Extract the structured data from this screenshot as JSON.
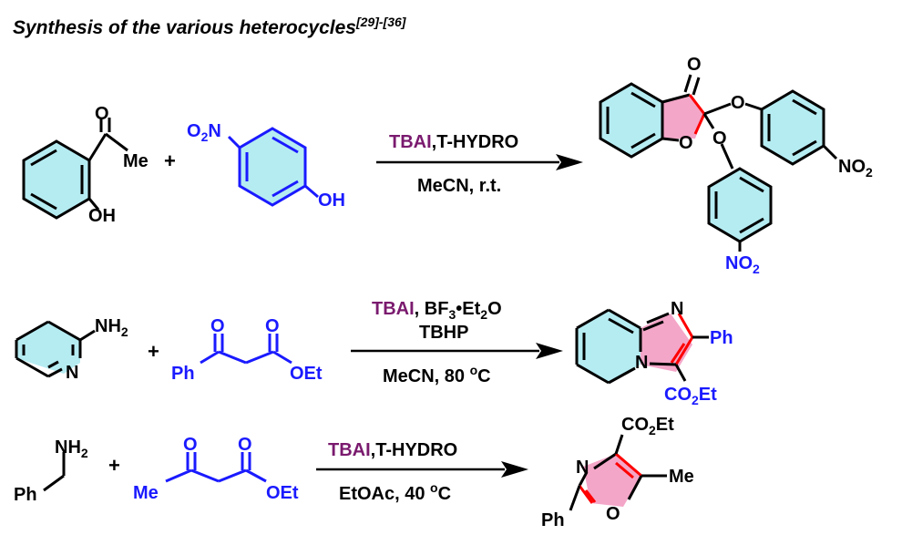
{
  "title": {
    "main": "Synthesis of the various heterocycles",
    "refs": "[29]-[36]"
  },
  "colors": {
    "black": "#000000",
    "blue": "#1a1aff",
    "purple": "#7a1a6e",
    "red": "#ff0000",
    "ring_pink": "#f4a6c8",
    "ring_cyan": "#b5ecf2"
  },
  "reaction1": {
    "reactant1": {
      "o": "O",
      "me": "Me",
      "oh": "OH"
    },
    "plus": "+",
    "reactant2": {
      "o2n_o": "O",
      "o2n_sub": "2",
      "o2n_n": "N",
      "oh": "OH"
    },
    "arrow": {
      "catalyst": "TBAI",
      "reagent": ",T-HYDRO",
      "conditions": "MeCN, r.t."
    },
    "product": {
      "ketone_o": "O",
      "ring_o": "O",
      "ether1_o": "O",
      "ether2_o": "O",
      "no2_a_n": "NO",
      "no2_a_sub": "2",
      "no2_b_n": "NO",
      "no2_b_sub": "2"
    }
  },
  "reaction2": {
    "reactant1": {
      "nh2": "NH",
      "nh2_sub": "2",
      "n": "N"
    },
    "plus": "+",
    "reactant2": {
      "o1": "O",
      "o2": "O",
      "ph": "Ph",
      "oet": "OEt"
    },
    "arrow": {
      "catalyst": "TBAI",
      "reagent_a": ", BF",
      "reagent_a_sub": "3",
      "reagent_b": "•Et",
      "reagent_b_sub": "2",
      "reagent_c": "O",
      "line2": "TBHP",
      "conditions": "MeCN, 80 ",
      "deg": "o",
      "unit": "C"
    },
    "product": {
      "n_top": "N",
      "n_bridge": "N",
      "ph": "Ph",
      "co2et_a": "CO",
      "co2et_sub": "2",
      "co2et_b": "Et"
    }
  },
  "reaction3": {
    "reactant1": {
      "nh2": "NH",
      "nh2_sub": "2",
      "ph": "Ph"
    },
    "plus": "+",
    "reactant2": {
      "o1": "O",
      "o2": "O",
      "me": "Me",
      "oet": "OEt"
    },
    "arrow": {
      "catalyst": "TBAI",
      "reagent": ",T-HYDRO",
      "conditions": "EtOAc, 40 ",
      "deg": "o",
      "unit": "C"
    },
    "product": {
      "co2et_a": "CO",
      "co2et_sub": "2",
      "co2et_b": "Et",
      "n": "N",
      "o": "O",
      "me": "Me",
      "ph": "Ph"
    }
  }
}
